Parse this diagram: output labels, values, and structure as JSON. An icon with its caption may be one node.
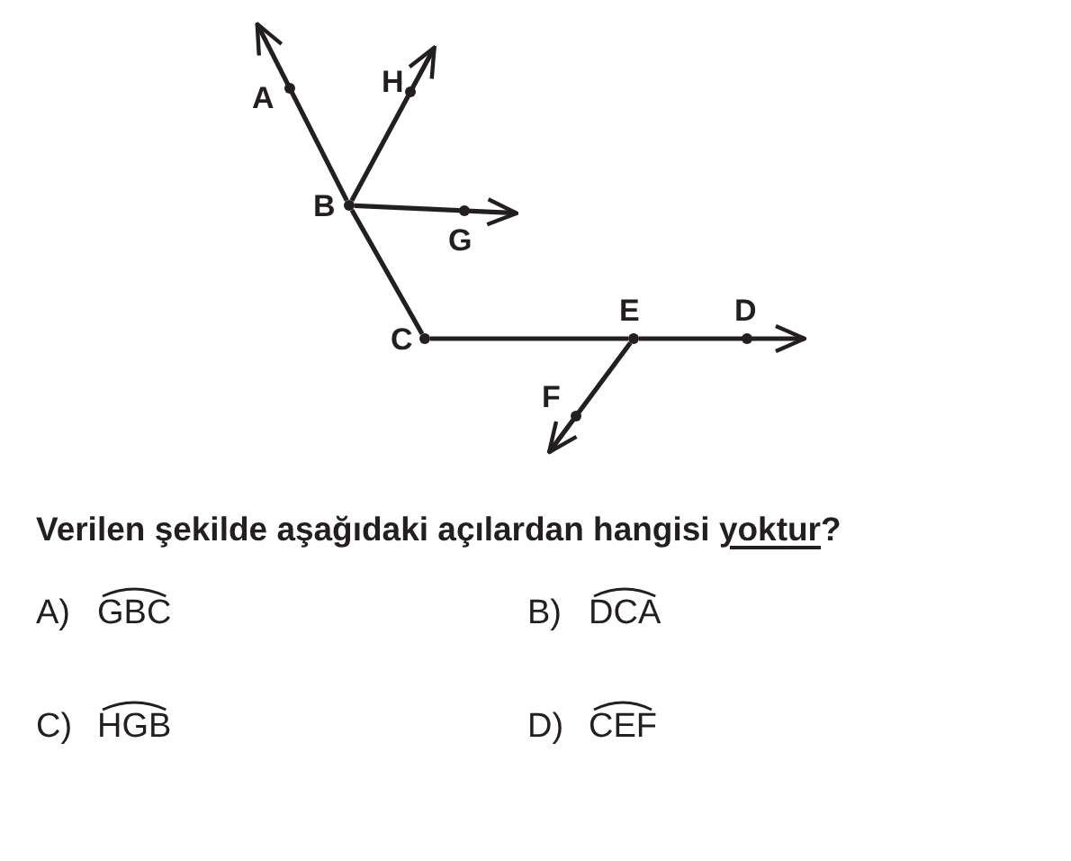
{
  "diagram": {
    "title": "Verilen şekilde aşağıdaki açılardan hangisi yoktur?",
    "nodes": [
      {
        "text": [
          "A"
        ]
      },
      {
        "text": [
          "H"
        ]
      },
      {
        "text": [
          "B"
        ]
      },
      {
        "text": [
          "G"
        ]
      },
      {
        "text": [
          "C"
        ]
      },
      {
        "text": [
          "E"
        ]
      },
      {
        "text": [
          "D"
        ]
      },
      {
        "text": [
          "F"
        ]
      }
    ],
    "edges": [
      {
        "from": 4,
        "to": 2,
        "arrow": "none"
      },
      {
        "from": 2,
        "to": 0,
        "arrow": "to"
      },
      {
        "from": 2,
        "to": 1,
        "arrow": "to"
      },
      {
        "from": 2,
        "to": 3,
        "arrow": "to"
      },
      {
        "from": 4,
        "to": 5,
        "arrow": "none"
      },
      {
        "from": 5,
        "to": 6,
        "arrow": "to"
      },
      {
        "from": 5,
        "to": 7,
        "arrow": "to"
      }
    ],
    "labels": [
      "A)",
      "GBC",
      "B)",
      "DCA",
      "C)",
      "HGB",
      "D)",
      "CEF"
    ]
  }
}
